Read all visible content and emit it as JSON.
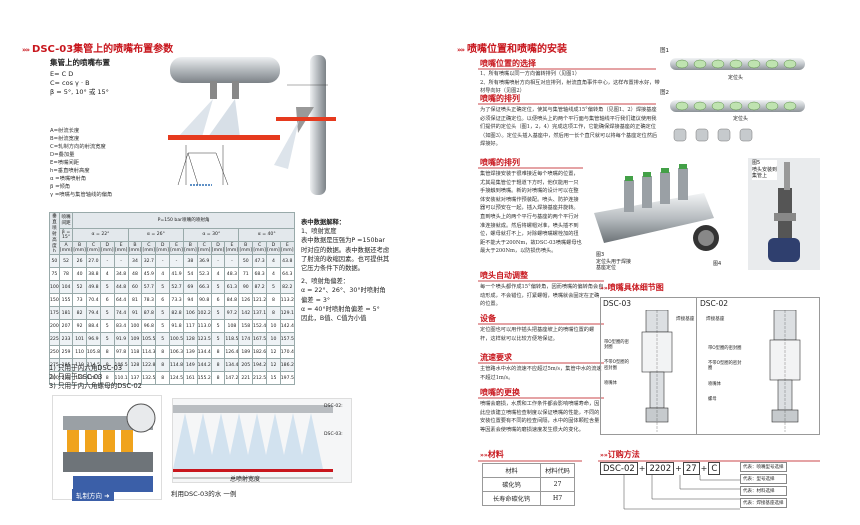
{
  "left": {
    "title": "DSC-03集管上的喷嘴布置参数",
    "subtitle": "集管上的喷嘴布置",
    "formulas": [
      "E= C D",
      "C= cos γ · B",
      "β = 5°, 10° 或 15°"
    ],
    "legend": [
      "A=射流长度",
      "B=射流宽度",
      "C=轧制方向的射流宽度",
      "D=叠加量",
      "E=喷嘴间距",
      "h=垂直喷射高度",
      "α =喷嘴喷射角",
      "β =倾角",
      "γ =喷嘴与集管轴线的偏角"
    ],
    "table": {
      "corner": [
        "垂直",
        "喷射",
        "高度",
        "h"
      ],
      "col_header_pitch": [
        "喷嘴",
        "间距",
        "E",
        "(mm)"
      ],
      "col_header_beta": "β = 15°",
      "pressure_header": "P=150 bar喷嘴的喷射角",
      "angle_groups": [
        "α = 22°",
        "α = 26°",
        "α = 30°",
        "α = 40°"
      ],
      "angle_groups_note": "1) 2) 3)",
      "sub_headers": [
        "A",
        "B",
        "C",
        "D",
        "E"
      ],
      "units": [
        "[mm]",
        "[mm]",
        "[mm]",
        "[mm]",
        "[mm]"
      ],
      "h_unit": "(mm)",
      "a_unit": "[mm]",
      "rows": [
        [
          "50",
          "52",
          "26",
          "27.0",
          "-",
          "-",
          "34",
          "32.7",
          "-",
          "-",
          "38",
          "36.9",
          "-",
          "-",
          "50",
          "47.3",
          "4",
          "43.8"
        ],
        [
          "75",
          "78",
          "40",
          "38.8",
          "4",
          "34.8",
          "48",
          "45.9",
          "4",
          "41.9",
          "54",
          "52.3",
          "4",
          "48.3",
          "71",
          "68.3",
          "4",
          "64.3"
        ],
        [
          "100",
          "104",
          "52",
          "49.8",
          "5",
          "44.8",
          "60",
          "57.7",
          "5",
          "52.7",
          "69",
          "66.3",
          "5",
          "61.3",
          "90",
          "87.2",
          "5",
          "82.2"
        ],
        [
          "150",
          "155",
          "73",
          "70.4",
          "6",
          "64.4",
          "81",
          "78.3",
          "6",
          "73.3",
          "94",
          "90.8",
          "6",
          "84.8",
          "126",
          "121.2",
          "8",
          "113.2"
        ],
        [
          "175",
          "181",
          "82",
          "79.4",
          "5",
          "74.4",
          "91",
          "87.8",
          "5",
          "82.8",
          "106",
          "102.2",
          "5",
          "97.2",
          "142",
          "137.1",
          "8",
          "129.1"
        ],
        [
          "200",
          "207",
          "92",
          "88.4",
          "5",
          "83.4",
          "100",
          "96.8",
          "5",
          "91.8",
          "117",
          "113.0",
          "5",
          "108",
          "158",
          "152.4",
          "10",
          "142.4"
        ],
        [
          "225",
          "233",
          "101",
          "96.9",
          "5",
          "91.9",
          "109",
          "105.5",
          "5",
          "100.5",
          "128",
          "123.5",
          "5",
          "118.5",
          "174",
          "167.5",
          "10",
          "157.5"
        ],
        [
          "250",
          "259",
          "110",
          "105.8",
          "8",
          "97.8",
          "118",
          "114.3",
          "8",
          "106.3",
          "139",
          "134.4",
          "8",
          "126.4",
          "189",
          "182.6",
          "12",
          "170.4"
        ],
        [
          "275",
          "285",
          "119",
          "114.5",
          "8",
          "106.5",
          "128",
          "122.8",
          "8",
          "114.8",
          "149",
          "144.2",
          "8",
          "134.4",
          "205",
          "194.2",
          "12",
          "186.2"
        ],
        [
          "300",
          "311",
          "123",
          "118.1",
          "8",
          "110.1",
          "137",
          "132.5",
          "8",
          "124.5",
          "161",
          "155.2",
          "8",
          "147.2",
          "221",
          "212.5",
          "15",
          "197.5"
        ]
      ]
    },
    "notes": [
      "1) 只用于内六角DSC-03",
      "2) 只用于DSC-03",
      "3) 只用于内六角螺母的DSC-02"
    ],
    "explain": {
      "title": "表中数据解释：",
      "p1_title": "1、喷射宽度",
      "p1": "表中数据是压强为P =150bar 时对应的数据。表中数据还考虑了射流的收缩因素。也可提供其它压力条件下的数据。",
      "p2_title": "2、喷射角偏差：",
      "p2": "α = 22°、26°、30°时喷射角偏差 = 3°",
      "p3": "α = 40°时喷射角偏差 = 5°",
      "p4": "因此，B值、C值为小值"
    },
    "photo_caption_left": "轧制方向",
    "photo_caption_right": "利用DSC-03的水 一例",
    "diagram_label_total": "总喷射宽度",
    "diagram_side_title": "DSC-02:",
    "diagram_side_title2": "DSC-03:"
  },
  "right": {
    "title": "喷嘴位置和喷嘴的安装",
    "section1_title": "喷嘴位置的选择",
    "section1_lines": [
      "1、所有喷嘴以同一方向偏转排列（见图1）",
      "2、所有喷嘴喷射方向相互对应排列，射流直角事件中心，这样布置排水好，带材导向好（见图2）"
    ],
    "section2_title": "喷嘴的排列",
    "section2": "为了保证喷头正确定位，使其与集管轴线成15°偏转角（见图1、2）焊接基座必须保证正确定位。以便喷头上的两个平行面与集管轴线平行我们建议使用我们提供的定位头（图1，2，4）完成这项工作，它能确保焊接基座的正确定位（如图3）。定位头插入基座中，然后用一长个直尺就可以将每个基座定位然后焊接好。",
    "section3_title": "喷嘴的排列",
    "section3": "集管焊接安装于很难接近每个喷嘴的位置，尤其是集管位于辊道下方时，他仅能用一只手接触到喷嘴。新的对喷嘴的设计可以在整体安装就对喷嘴作预装配。喷头、防护连接器可以预安在一起，插入焊接基座并旋转。直到喷头上的两个平行与基座的两个平行对准连接就成。然后将螺帽对准，喷头插不到位，螺母就打不上，对除螺喷嘴螺栓加的扭距不能大于200Nm，故DSC-03喷嘴螺母也最大于200Nm，以防损伤喷头。",
    "section4_title": "喷头自动调整",
    "section4": "每一个喷头都作成15°偏转角，因而喷嘴的偏转角会自动形成，不会错位，打紧螺帽，喷嘴就会固定在正确的位置。",
    "section5_title": "设备",
    "section5": "定位图也可以用作插头把基座坡上的喷嘴位置的螺杆，这样就可以比较方便地保证。",
    "section6_title": "流速要求",
    "section6": "主管路水中水的流速不应超过5m/s，集管中水的流速不超过1m/s。",
    "section7_title": "喷嘴的更换",
    "section7": "喷嘴会磨损，水质和工作条件都会影响喷嘴寿命，因此应该建立喷嘴检查制度以保证喷嘴的性能，不同的安装位置要有不同的检查间隔，水中的固体颗粒含量等因素会使喷嘴的磨损速度发生很大的变化。",
    "fig_label_1": "图1",
    "fig_label_2": "图2",
    "fig_label_3": "图3",
    "fig_label_4": "图4",
    "fig_label_5": "图5",
    "fig_caption_1": "定位头",
    "fig_caption_2": "定位头",
    "fig_caption_3": [
      "图3",
      "定位头用于焊接",
      "基座定位"
    ],
    "fig_caption_5": [
      "图5",
      "喷头安装到",
      "集管上"
    ],
    "detail_title": "喷嘴具体细节图",
    "detail_dsc03": "DSC-03",
    "detail_dsc02": "DSC-02",
    "detail_labels": [
      "焊接基座",
      "带O型圈的密封圈",
      "不带O型圈的密封圈",
      "喷嘴体",
      "螺母"
    ],
    "material_title": "材料",
    "material_headers": [
      "材料",
      "材料代码"
    ],
    "material_rows": [
      [
        "碳化钨",
        "27"
      ],
      [
        "长寿命碳化钨",
        "H7"
      ]
    ],
    "order_title": "订购方法",
    "order_parts": [
      "DSC-02",
      "+",
      "2202",
      "+",
      "27",
      "+",
      "C"
    ],
    "order_labels": [
      "代表：喷嘴型号选择",
      "代表：型号选择",
      "代表：材料选择",
      "代表：焊接基座选择"
    ]
  },
  "colors": {
    "accent": "#c8161d",
    "line": "#e5a3a5",
    "pipe": "#b9bdc1"
  }
}
